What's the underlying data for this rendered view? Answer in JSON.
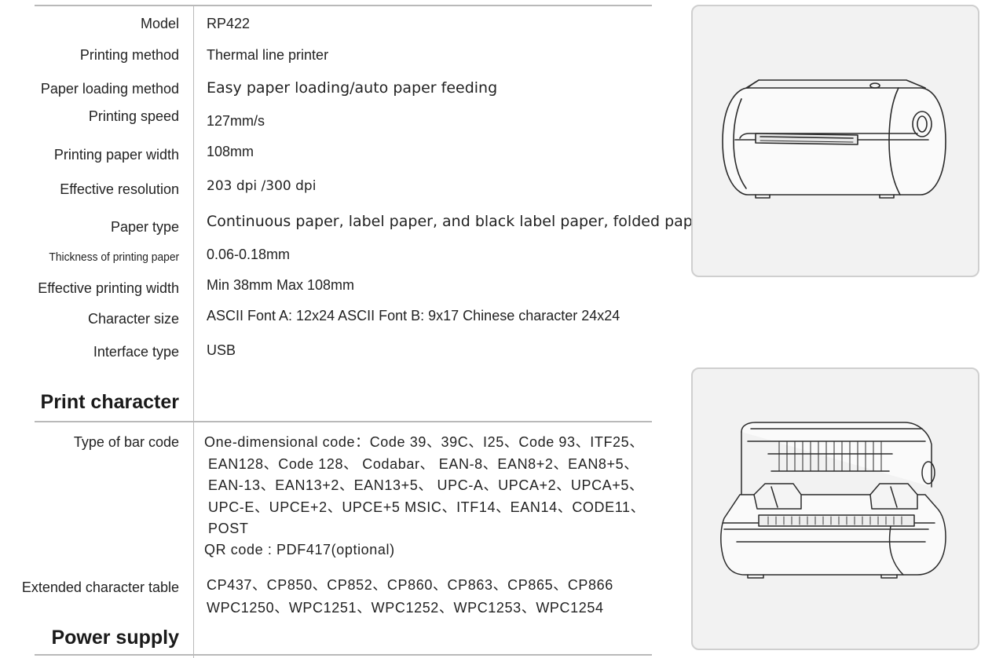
{
  "specs": [
    {
      "label": "Model",
      "value": "RP422"
    },
    {
      "label": "Printing method",
      "value": "Thermal line printer"
    },
    {
      "label": "Paper loading method",
      "value": "Easy paper loading/auto paper feeding"
    },
    {
      "label": "Printing speed",
      "value": "127mm/s"
    },
    {
      "label": "Printing paper width",
      "value": "108mm"
    },
    {
      "label": "Effective resolution",
      "value": "203 dpi /300 dpi"
    },
    {
      "label": "Paper type",
      "value": "Continuous paper, label paper, and black label paper, folded paper"
    },
    {
      "label": "Thickness of printing paper",
      "value": "0.06-0.18mm"
    },
    {
      "label": "Effective printing width",
      "value": "Min 38mm  Max 108mm"
    },
    {
      "label": "Character size",
      "value": "ASCII Font A: 12x24 ASCII Font B: 9x17 Chinese character 24x24"
    },
    {
      "label": "Interface type",
      "value": "USB"
    }
  ],
  "print_character": {
    "heading": "Print character",
    "barcode_label": "Type of bar code",
    "barcode_lines": [
      "One-dimensional code：Code 39、39C、I25、Code 93、ITF25、",
      "EAN128、Code 128、 Codabar、 EAN-8、EAN8+2、EAN8+5、",
      "EAN-13、EAN13+2、EAN13+5、 UPC-A、UPCA+2、UPCA+5、",
      "UPC-E、UPCE+2、UPCE+5 MSIC、ITF14、EAN14、CODE11、",
      "POST"
    ],
    "qr_line": "QR code : PDF417(optional)",
    "ext_label": "Extended character table",
    "ext_lines": [
      "CP437、CP850、CP852、CP860、CP863、CP865、CP866",
      "WPC1250、WPC1251、WPC1252、WPC1253、WPC1254"
    ]
  },
  "power_supply": {
    "heading": "Power supply"
  },
  "images": [
    {
      "name": "printer-closed-illustration"
    },
    {
      "name": "printer-open-illustration"
    }
  ]
}
